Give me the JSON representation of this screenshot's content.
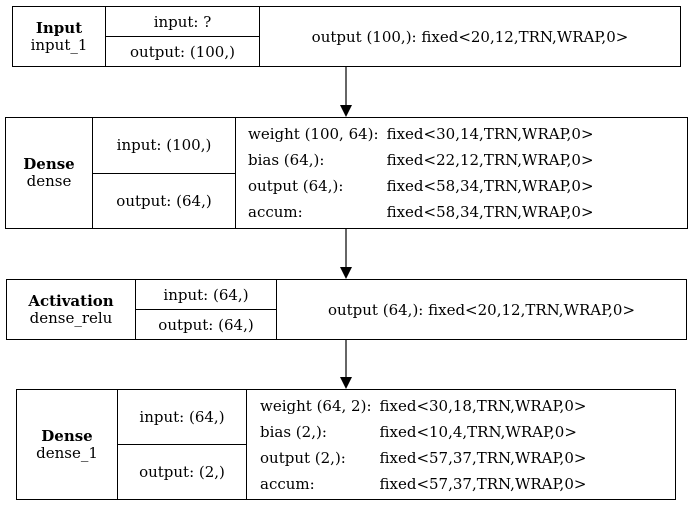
{
  "nodes": [
    {
      "layer_type": "Input",
      "layer_name": "input_1",
      "input": "input: ?",
      "output": "output: (100,)",
      "info": "output (100,): fixed<20,12,TRN,WRAP,0>"
    },
    {
      "layer_type": "Dense",
      "layer_name": "dense",
      "input": "input: (100,)",
      "output": "output: (64,)",
      "rows": [
        {
          "k": "weight (100, 64):",
          "v": "fixed<30,14,TRN,WRAP,0>"
        },
        {
          "k": "bias (64,):",
          "v": "fixed<22,12,TRN,WRAP,0>"
        },
        {
          "k": "output (64,):",
          "v": "fixed<58,34,TRN,WRAP,0>"
        },
        {
          "k": "accum:",
          "v": "fixed<58,34,TRN,WRAP,0>"
        }
      ]
    },
    {
      "layer_type": "Activation",
      "layer_name": "dense_relu",
      "input": "input: (64,)",
      "output": "output: (64,)",
      "info": "output (64,): fixed<20,12,TRN,WRAP,0>"
    },
    {
      "layer_type": "Dense",
      "layer_name": "dense_1",
      "input": "input: (64,)",
      "output": "output: (2,)",
      "rows": [
        {
          "k": "weight (64, 2):",
          "v": "fixed<30,18,TRN,WRAP,0>"
        },
        {
          "k": "bias (2,):",
          "v": "fixed<10,4,TRN,WRAP,0>"
        },
        {
          "k": "output (2,):",
          "v": "fixed<57,37,TRN,WRAP,0>"
        },
        {
          "k": "accum:",
          "v": "fixed<57,37,TRN,WRAP,0>"
        }
      ]
    }
  ]
}
